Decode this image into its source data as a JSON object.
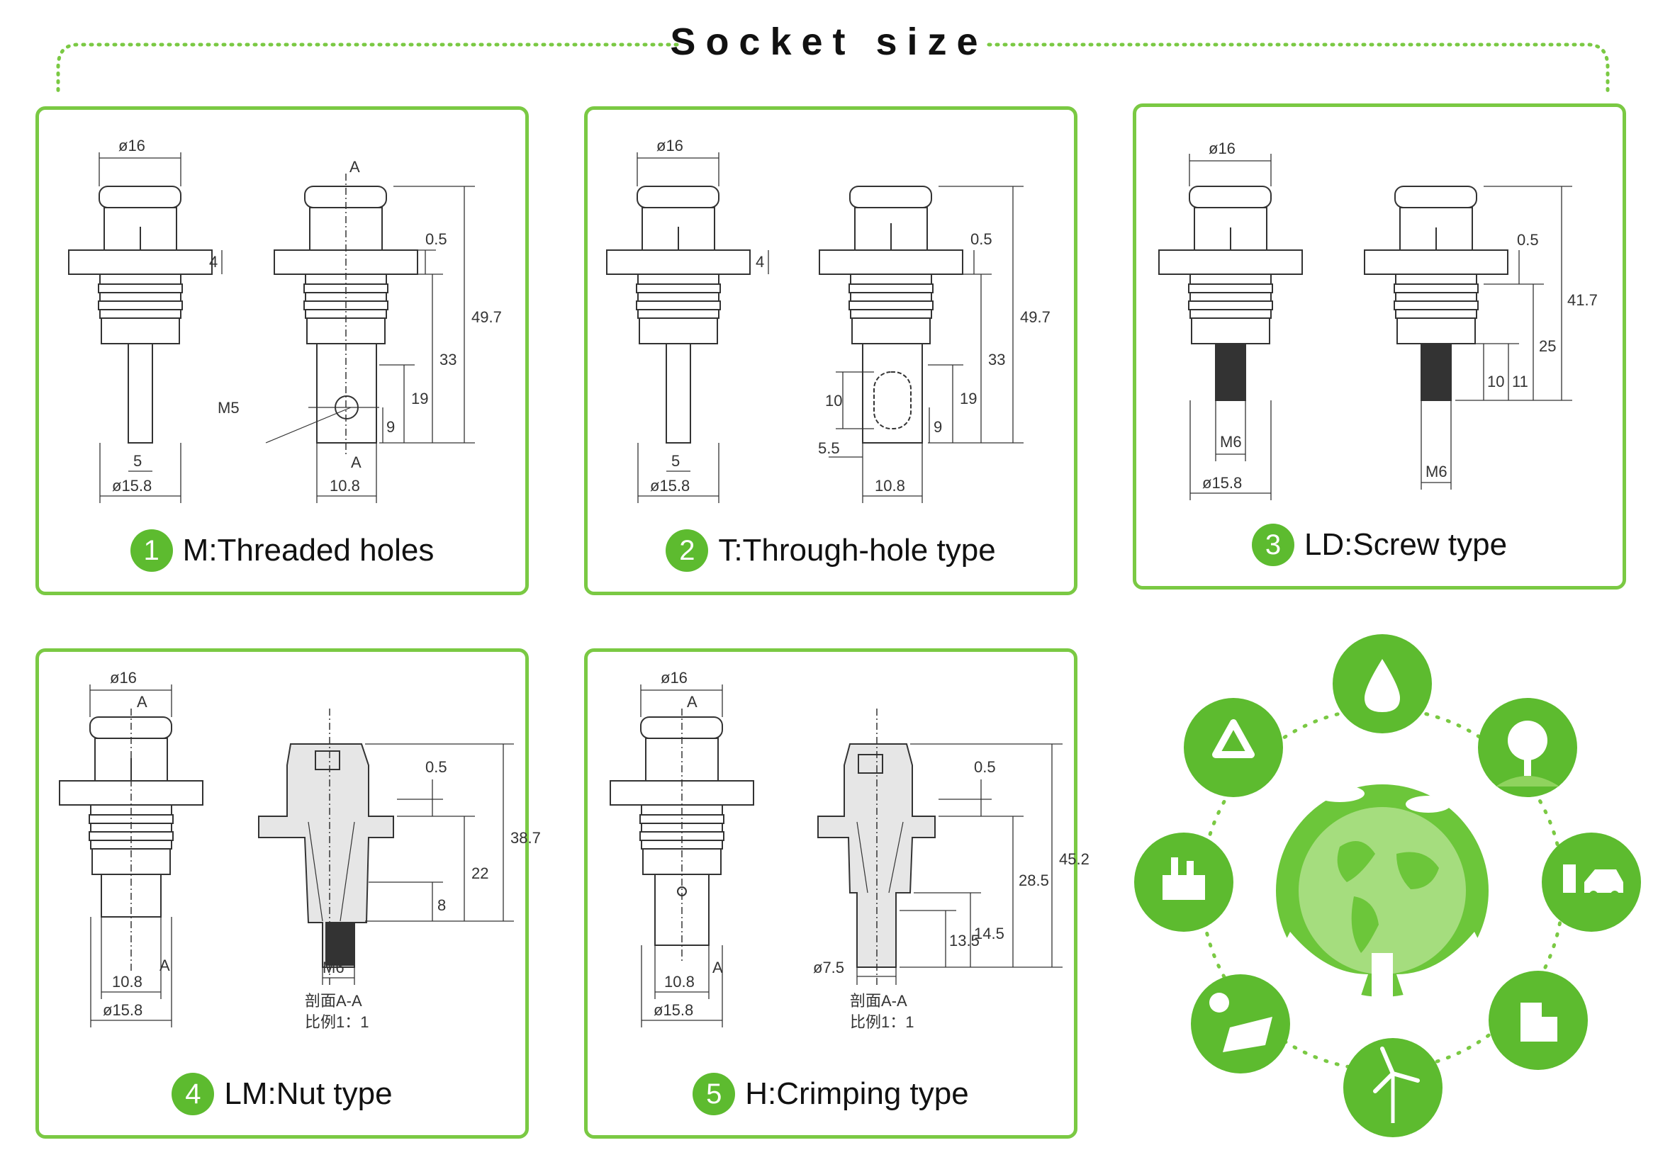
{
  "title": "Socket size",
  "colors": {
    "accent": "#7ac943",
    "badge": "#5dbb2f",
    "line": "#333333"
  },
  "panels": [
    {
      "number": "1",
      "label": "M:Threaded holes",
      "dims": {
        "d_top": "ø16",
        "d_bottom": "ø15.8",
        "pin": "5",
        "flange": "4",
        "gap": "0.5",
        "total": "49.7",
        "body": "33",
        "hole_pos": "19",
        "hole_c": "9",
        "thread": "M5",
        "width": "10.8",
        "sec_a": "A",
        "sec_b": "A"
      }
    },
    {
      "number": "2",
      "label": "T:Through-hole type",
      "dims": {
        "d_top": "ø16",
        "d_bottom": "ø15.8",
        "pin": "5",
        "flange": "4",
        "gap": "0.5",
        "total": "49.7",
        "body": "33",
        "hole_pos": "19",
        "hole_c": "9",
        "slot": "10",
        "side": "5.5",
        "width": "10.8"
      }
    },
    {
      "number": "3",
      "label": "LD:Screw type",
      "dims": {
        "d_top": "ø16",
        "d_bottom": "ø15.8",
        "thread_a": "M6",
        "thread_b": "M6",
        "gap": "0.5",
        "total": "41.7",
        "body": "25",
        "screw": "11",
        "screw_b": "10"
      }
    },
    {
      "number": "4",
      "label": "LM:Nut type",
      "dims": {
        "d_top": "ø16",
        "d_bottom": "ø15.8",
        "width": "10.8",
        "thread": "M6",
        "gap": "0.5",
        "total": "38.7",
        "body": "22",
        "nut": "8",
        "sec_a": "A",
        "sec_b": "A",
        "note1": "剖面A-A",
        "note2": "比例1：1"
      }
    },
    {
      "number": "5",
      "label": "H:Crimping type",
      "dims": {
        "d_top": "ø16",
        "d_bottom": "ø15.8",
        "width": "10.8",
        "crimp_d": "ø7.5",
        "gap": "0.5",
        "total": "45.2",
        "body": "28.5",
        "crimp_a": "14.5",
        "crimp_b": "13.5",
        "sec_a": "A",
        "sec_b": "A",
        "note1": "剖面A-A",
        "note2": "比例1：1"
      }
    }
  ],
  "eco_icons": [
    "water-drop-icon",
    "tree-icon",
    "electric-car-icon",
    "green-building-icon",
    "wind-turbine-icon",
    "solar-panel-icon",
    "factory-icon",
    "recycle-icon"
  ]
}
